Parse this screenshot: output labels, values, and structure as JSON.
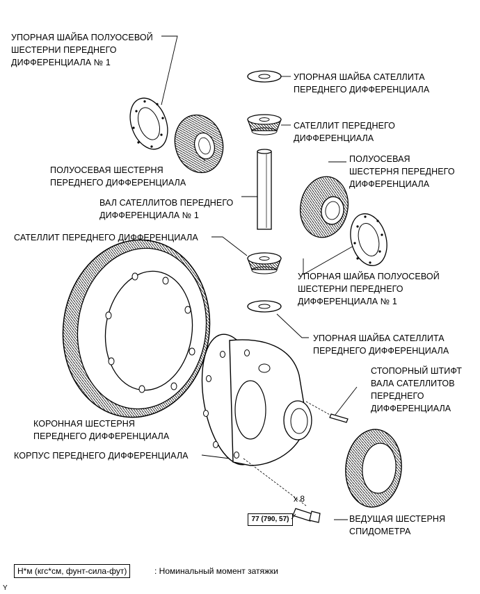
{
  "labels": {
    "thrust_washer_side_gear_left": "УПОРНАЯ ШАЙБА ПОЛУОСЕВОЙ\nШЕСТЕРНИ ПЕРЕДНЕГО\nДИФФЕРЕНЦИАЛА № 1",
    "thrust_washer_pinion_top": "УПОРНАЯ ШАЙБА САТЕЛЛИТА\nПЕРЕДНЕГО ДИФФЕРЕНЦИАЛА",
    "pinion_top": "САТЕЛЛИТ ПЕРЕДНЕГО\nДИФФЕРЕНЦИАЛА",
    "side_gear_left": "ПОЛУОСЕВАЯ ШЕСТЕРНЯ\nПЕРЕДНЕГО ДИФФЕРЕНЦИАЛА",
    "side_gear_right": "ПОЛУОСЕВАЯ\nШЕСТЕРНЯ ПЕРЕДНЕГО\nДИФФЕРЕНЦИАЛА",
    "pinion_shaft": "ВАЛ САТЕЛЛИТОВ ПЕРЕДНЕГО\nДИФФЕРЕНЦИАЛА № 1",
    "pinion_bottom": "САТЕЛЛИТ ПЕРЕДНЕГО ДИФФЕРЕНЦИАЛА",
    "thrust_washer_side_gear_right": "УПОРНАЯ ШАЙБА ПОЛУОСЕВОЙ\nШЕСТЕРНИ ПЕРЕДНЕГО\nДИФФЕРЕНЦИАЛА № 1",
    "thrust_washer_pinion_bottom": "УПОРНАЯ ШАЙБА САТЕЛЛИТА\nПЕРЕДНЕГО ДИФФЕРЕНЦИАЛА",
    "straight_pin": "СТОПОРНЫЙ ШТИФТ\nВАЛА САТЕЛЛИТОВ\nПЕРЕДНЕГО\nДИФФЕРЕНЦИАЛА",
    "ring_gear": "КОРОННАЯ ШЕСТЕРНЯ\nПЕРЕДНЕГО ДИФФЕРЕНЦИАЛА",
    "case": "КОРПУС ПЕРЕДНЕГО ДИФФЕРЕНЦИАЛА",
    "speedometer_gear": "ВЕДУЩАЯ ШЕСТЕРНЯ\nСПИДОМЕТРА"
  },
  "bolt_quantity": "x 8",
  "torque_value": "77 (790, 57)",
  "legend": {
    "units": "Н*м (кгс*см, фунт-сила-фут)",
    "description": ": Номинальный момент затяжки"
  },
  "corner_mark": "Y"
}
